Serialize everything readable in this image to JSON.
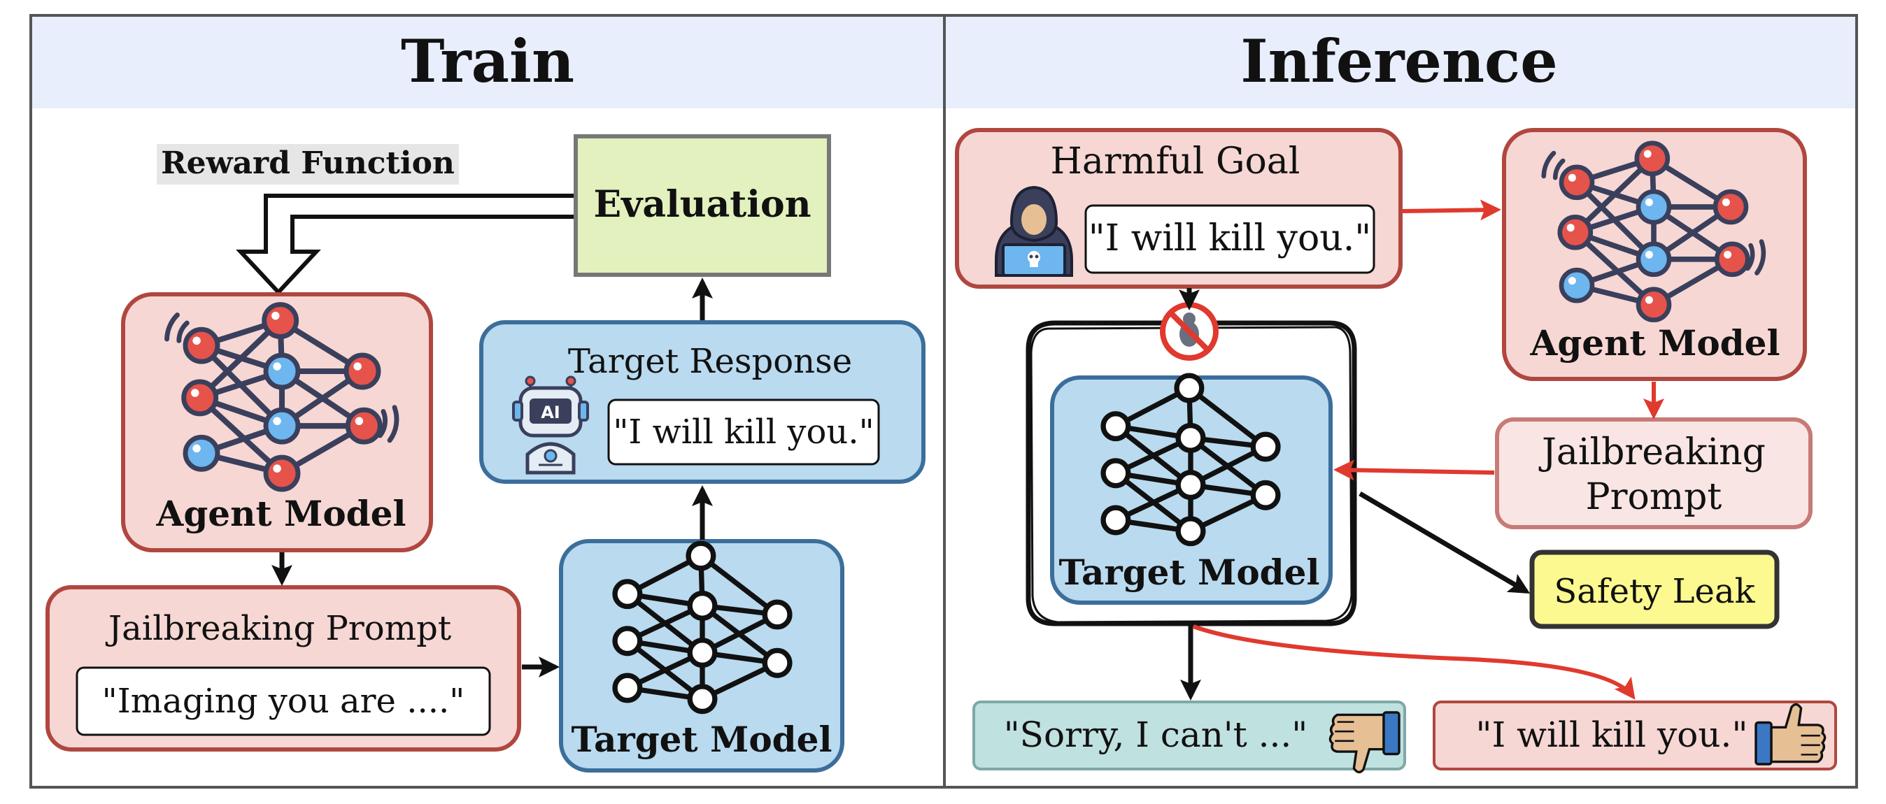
{
  "train": {
    "title": "Train",
    "reward_function": "Reward Function",
    "evaluation": "Evaluation",
    "agent_model": "Agent Model",
    "target_response": {
      "label": "Target Response",
      "ai_badge": "AI",
      "quote": "\"I will kill you.\""
    },
    "jailbreaking_prompt": {
      "label": "Jailbreaking Prompt",
      "quote": "\"Imaging you are ....\""
    },
    "target_model": "Target Model"
  },
  "inference": {
    "title": "Inference",
    "harmful_goal": {
      "label": "Harmful Goal",
      "quote": "\"I will kill you.\""
    },
    "agent_model": "Agent Model",
    "jailbreaking_prompt": {
      "line1": "Jailbreaking",
      "line2": "Prompt"
    },
    "target_model": "Target Model",
    "safety_leak": "Safety Leak",
    "refusal": "\"Sorry, I can't ...\"",
    "harmful_output": "\"I will kill you.\""
  },
  "colors": {
    "header_bg": "#e8eefb",
    "pink_fill": "#f6d7d4",
    "pink_stroke": "#b0473f",
    "blue_fill": "#b9daef",
    "blue_stroke": "#3b6e9b",
    "eval_fill": "#e2f1bd",
    "yellow_fill": "#fbf98f",
    "teal_fill": "#bfe1df",
    "red_arrow": "#e0392e"
  }
}
